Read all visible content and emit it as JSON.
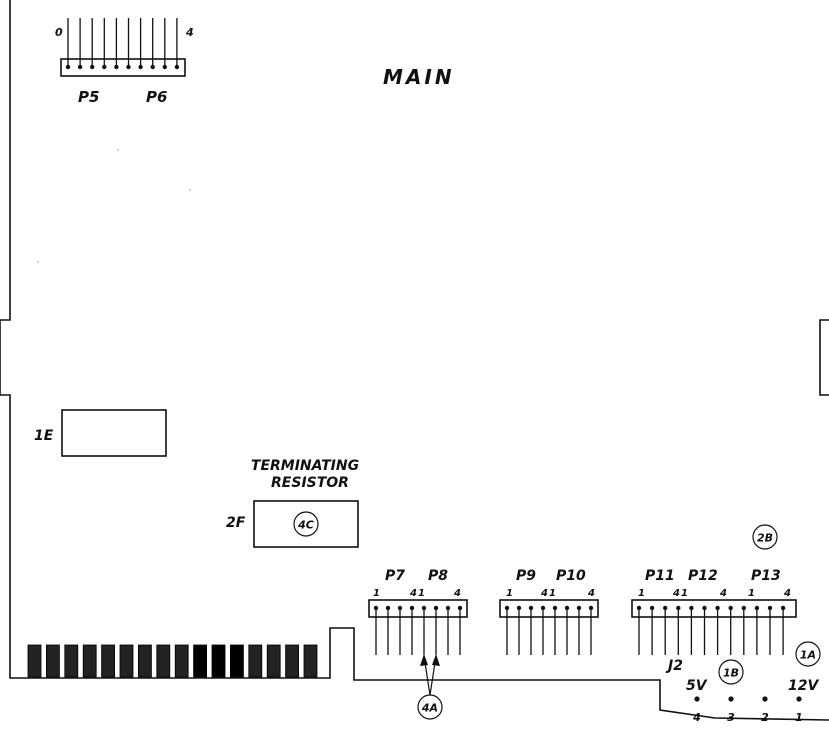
{
  "board": {
    "title": "MAIN"
  },
  "top_header": {
    "pin_first": "0",
    "pin_last": "4",
    "labels": [
      "P5",
      "P6"
    ]
  },
  "components": {
    "c1e": {
      "label": "1E"
    },
    "c2f": {
      "label": "2F",
      "callout": "4C"
    },
    "terminating": {
      "line1": "TERMINATING",
      "line2": "RESISTOR"
    }
  },
  "connectors": {
    "g78": {
      "labels": [
        "P7",
        "P8"
      ],
      "pins": [
        "1",
        "4",
        "1",
        "4"
      ]
    },
    "g910": {
      "labels": [
        "P9",
        "P10"
      ],
      "pins": [
        "1",
        "4",
        "1",
        "4"
      ]
    },
    "g1113": {
      "labels": [
        "P11",
        "P12",
        "P13"
      ],
      "pins": [
        "1",
        "4",
        "1",
        "4",
        "1",
        "4"
      ]
    }
  },
  "callouts": {
    "a4": "4A",
    "b2": "2B",
    "a1": "1A",
    "b1": "1B"
  },
  "power": {
    "j2": "J2",
    "v5": "5V",
    "v12": "12V",
    "pin_numbers": [
      "4",
      "3",
      "2",
      "1"
    ]
  }
}
